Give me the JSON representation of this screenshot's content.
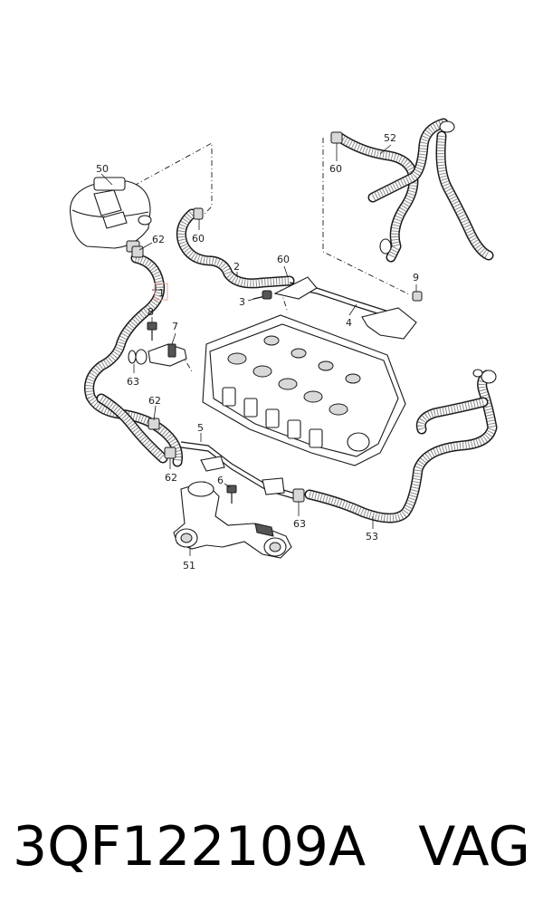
{
  "callouts": {
    "c1": "1",
    "c2": "2",
    "c3": "3",
    "c4": "4",
    "c5": "5",
    "c6": "6",
    "c7": "7",
    "c8": "8",
    "c9": "9",
    "c50": "50",
    "c51": "51",
    "c52": "52",
    "c53": "53",
    "c60a": "60",
    "c60b": "60",
    "c60c": "60",
    "c62a": "62",
    "c62b": "62",
    "c62c": "62",
    "c63a": "63",
    "c63b": "63"
  },
  "footer": {
    "part_number": "3QF122109A",
    "brand": "VAG"
  }
}
